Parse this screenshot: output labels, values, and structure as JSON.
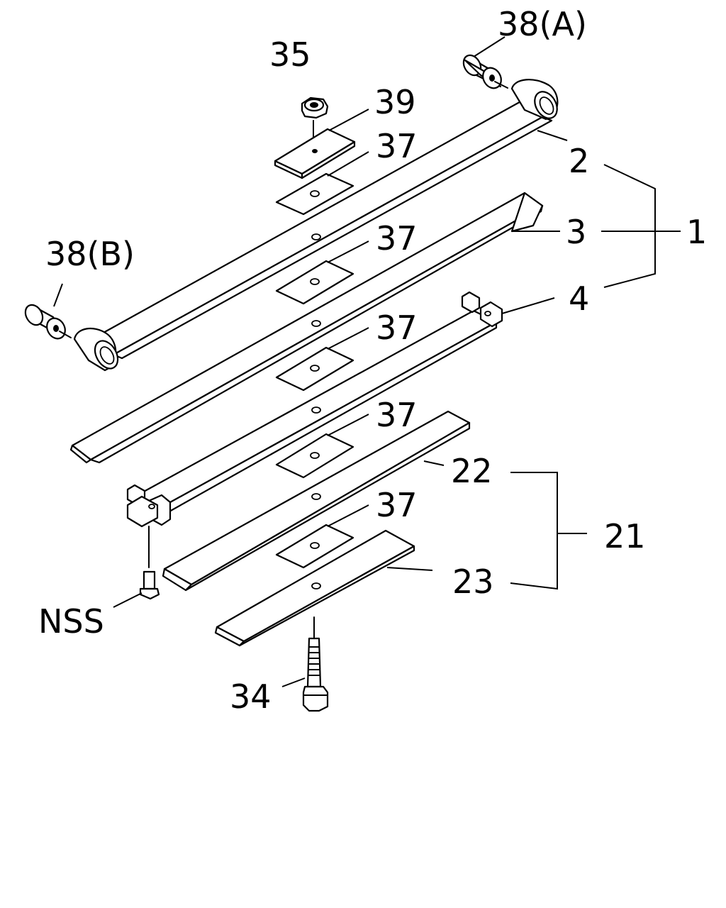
{
  "callouts": {
    "c38a": "38(A)",
    "c35": "35",
    "c39": "39",
    "c37_1": "37",
    "c2": "2",
    "c3": "3",
    "c1": "1",
    "c38b": "38(B)",
    "c37_2": "37",
    "c4": "4",
    "c37_3": "37",
    "c37_4": "37",
    "c22": "22",
    "c21": "21",
    "c37_5": "37",
    "c23": "23",
    "cnss": "NSS",
    "c34": "34"
  }
}
